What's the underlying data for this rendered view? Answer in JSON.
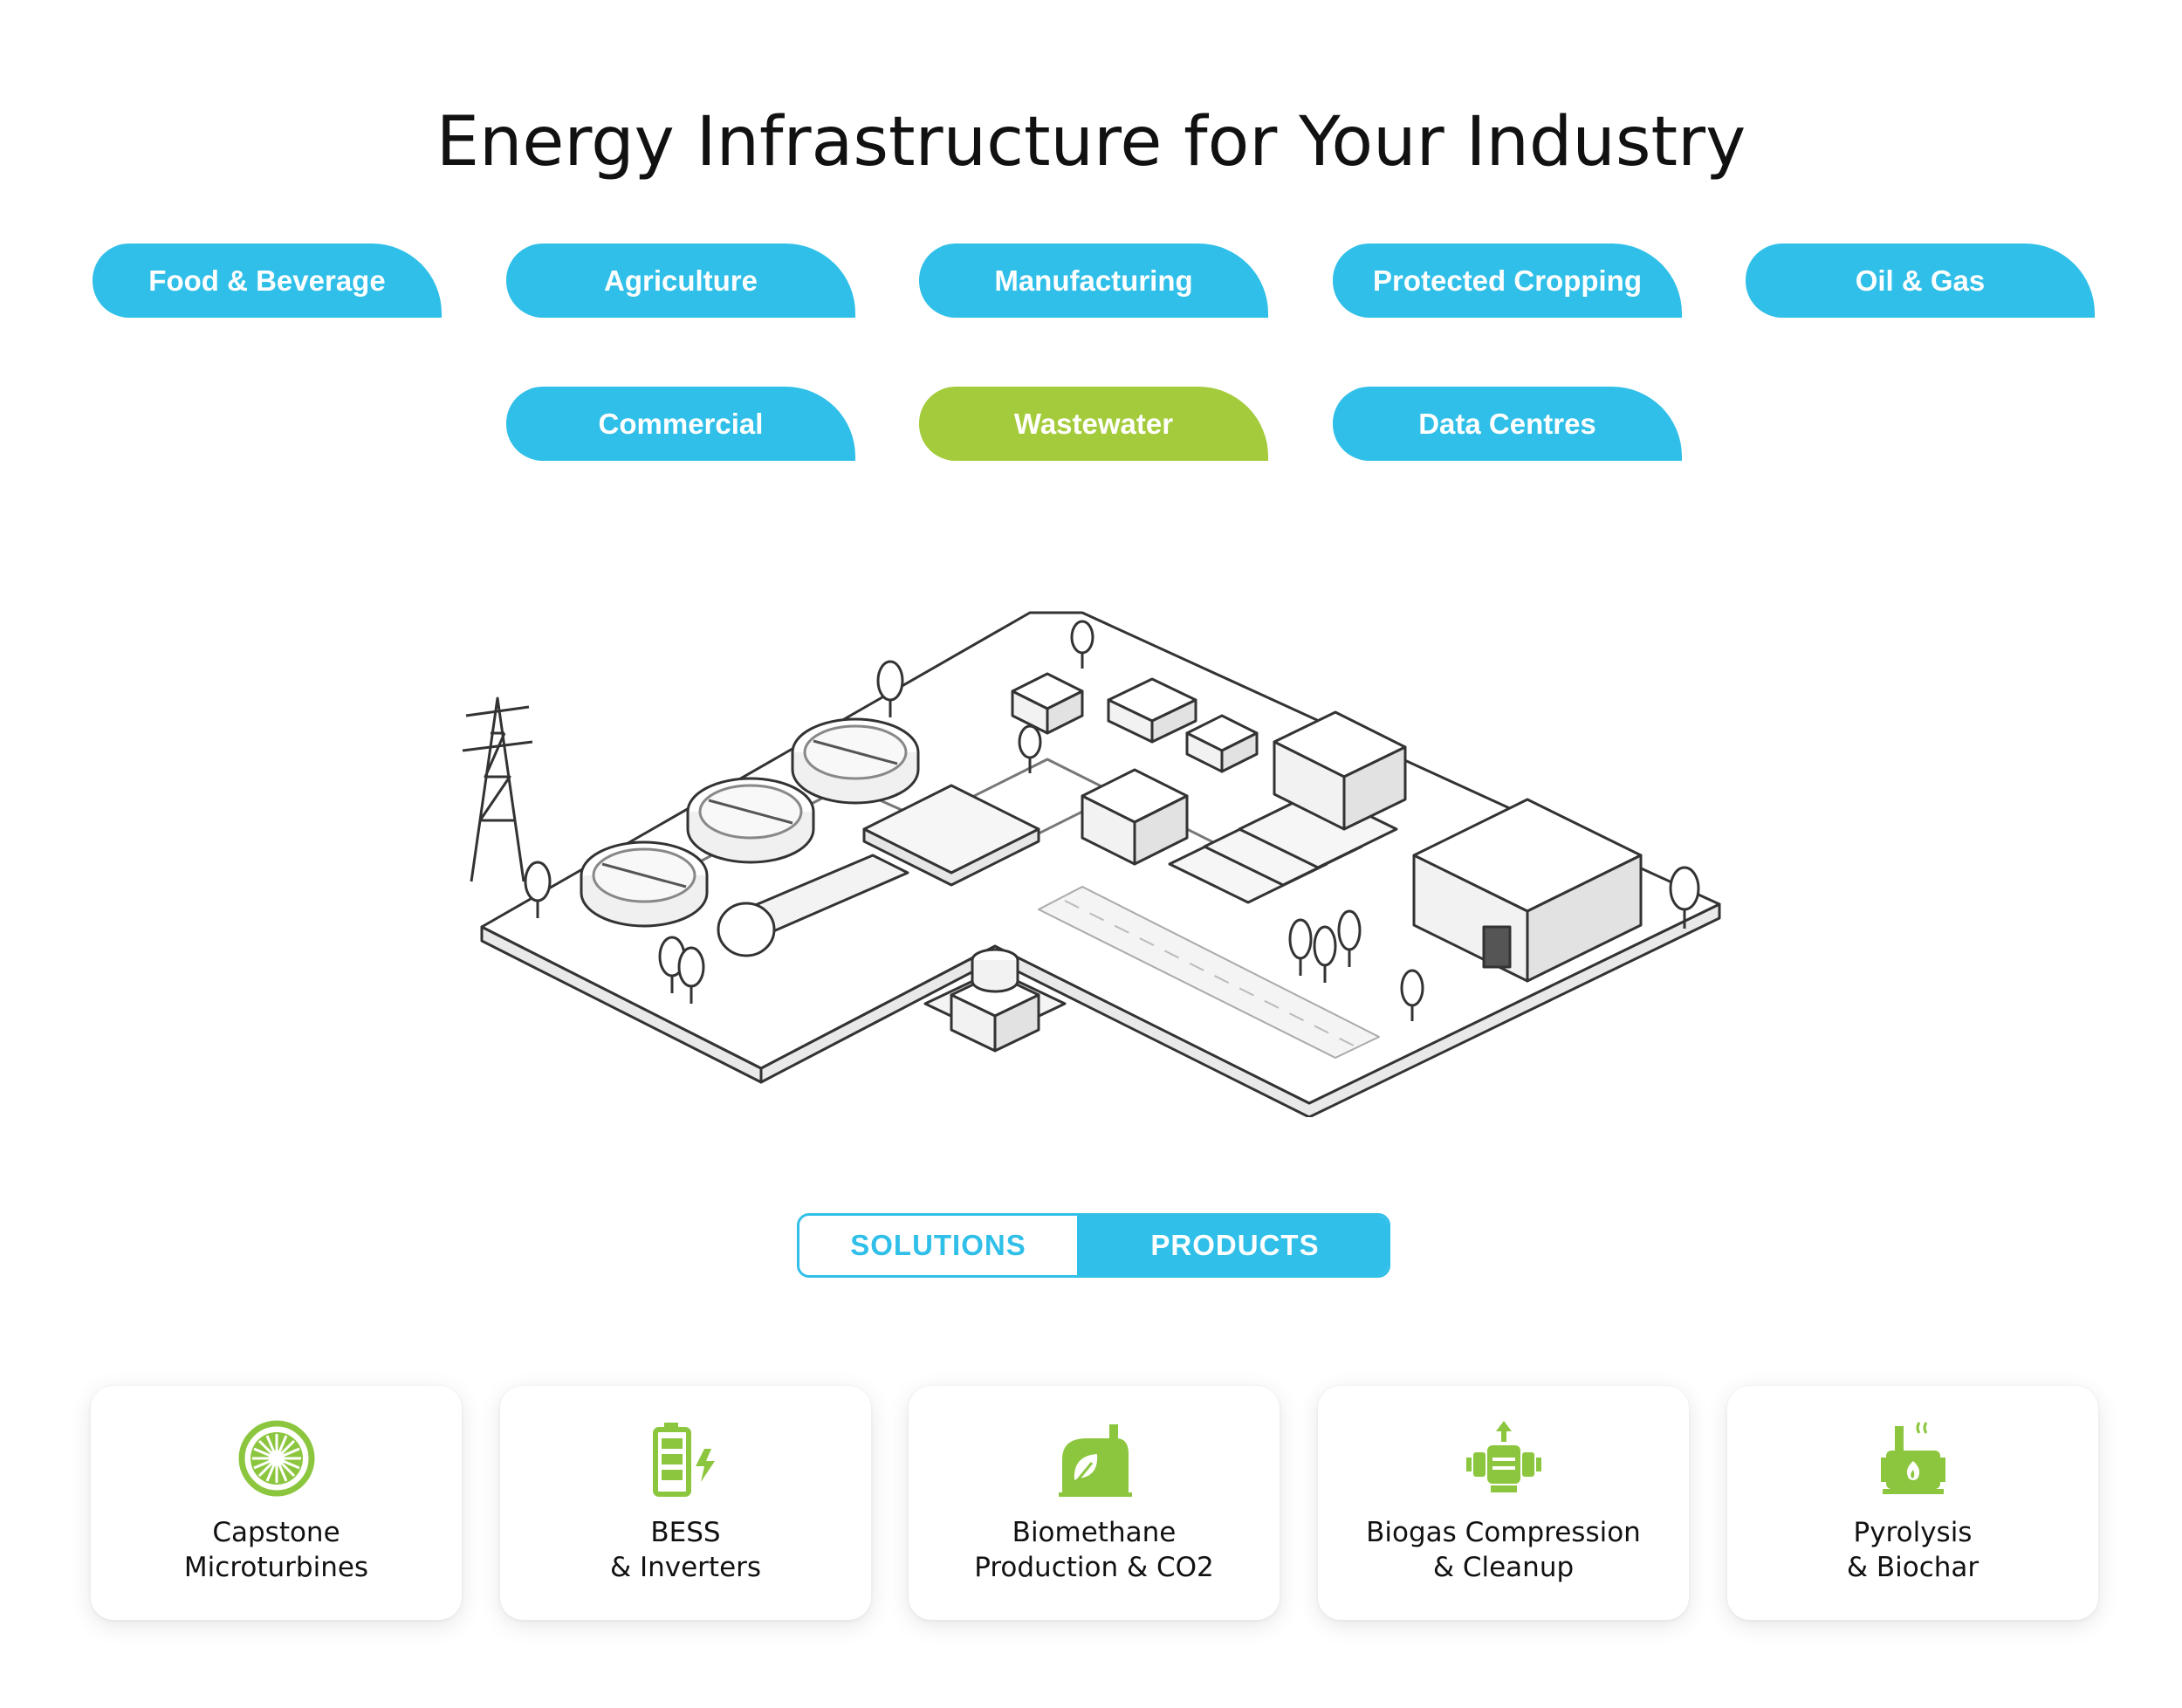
{
  "page": {
    "title": "Energy Infrastructure for Your Industry"
  },
  "industries": [
    {
      "label": "Food & Beverage",
      "active": false
    },
    {
      "label": "Agriculture",
      "active": false
    },
    {
      "label": "Manufacturing",
      "active": false
    },
    {
      "label": "Protected Cropping",
      "active": false
    },
    {
      "label": "Oil & Gas",
      "active": false
    },
    {
      "label": "Commercial",
      "active": false
    },
    {
      "label": "Wastewater",
      "active": true
    },
    {
      "label": "Data Centres",
      "active": false
    }
  ],
  "colors": {
    "accent": "#30bfe8",
    "active": "#a4cb3b",
    "icon": "#8cc63f"
  },
  "toggle": {
    "solutions_label": "SOLUTIONS",
    "products_label": "PRODUCTS",
    "selected": "PRODUCTS"
  },
  "products": [
    {
      "line1": "Capstone",
      "line2": "Microturbines",
      "icon": "turbine-icon"
    },
    {
      "line1": "BESS",
      "line2": "& Inverters",
      "icon": "battery-icon"
    },
    {
      "line1": "Biomethane",
      "line2": "Production & CO2",
      "icon": "biomethane-tank-icon"
    },
    {
      "line1": "Biogas Compression",
      "line2": "& Cleanup",
      "icon": "compressor-icon"
    },
    {
      "line1": "Pyrolysis",
      "line2": "& Biochar",
      "icon": "pyrolysis-icon"
    }
  ]
}
